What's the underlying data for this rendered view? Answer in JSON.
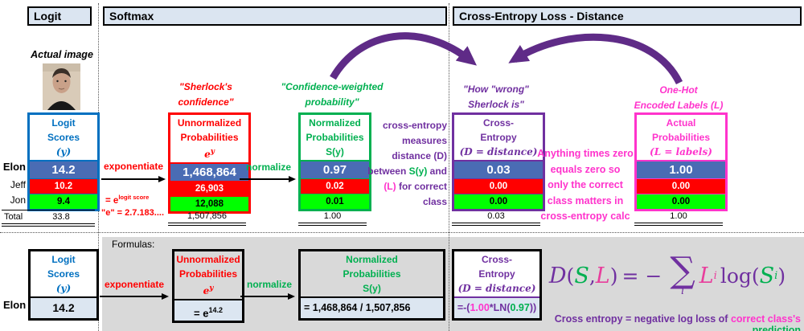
{
  "headers": {
    "logit": "Logit",
    "softmax": "Softmax",
    "cross_entropy": "Cross-Entropy Loss - Distance"
  },
  "left": {
    "actual_image_label": "Actual image",
    "row_labels": [
      "Elon",
      "Jeff",
      "Jon"
    ],
    "total_label": "Total"
  },
  "tables": {
    "logit": {
      "title": [
        "Logit",
        "Scores",
        "(y)"
      ],
      "values": [
        "14.2",
        "10.2",
        "9.4"
      ],
      "total": "33.8"
    },
    "unnormalized": {
      "quote_line1": "\"Sherlock's",
      "quote_line2": "confidence\"",
      "title": [
        "Unnormalized",
        "Probabilities"
      ],
      "title_math_base": "e",
      "title_math_sup": "y",
      "values": [
        "1,468,864",
        "26,903",
        "12,088"
      ],
      "total": "1,507,856"
    },
    "normalized": {
      "quote_line1": "\"Confidence-weighted",
      "quote_line2": "probability\"",
      "title": [
        "Normalized",
        "Probabilities",
        "S(y)"
      ],
      "values": [
        "0.97",
        "0.02",
        "0.01"
      ],
      "total": "1.00"
    },
    "cross_entropy": {
      "quote_line1": "\"How \"wrong\"",
      "quote_line2": "Sherlock is\"",
      "title": [
        "Cross-",
        "Entropy",
        "(D = distance)"
      ],
      "values": [
        "0.03",
        "0.00",
        "0.00"
      ],
      "total": "0.03"
    },
    "one_hot": {
      "quote_line1": "One-Hot",
      "quote_line2": "Encoded Labels (L)",
      "title": [
        "Actual",
        "Probabilities",
        "(L = labels)"
      ],
      "values": [
        "1.00",
        "0.00",
        "0.00"
      ],
      "total": "1.00"
    }
  },
  "softmax_annotations": {
    "exponentiate": "exponentiate",
    "e_formula_base": "= e",
    "e_formula_sup": "logit score",
    "e_value": "\"e\" = 2.7.183....",
    "normalize": "normalize"
  },
  "middle_note": {
    "line1": "cross-entropy",
    "line2": "measures",
    "line3": "distance (D)",
    "line4_pre": "between ",
    "line4_sy": "S(y)",
    "line4_post": " and",
    "line5_l": "(L)",
    "line5_post": " for correct",
    "line6": "class"
  },
  "zero_note": [
    "Anything times zero",
    "equals zero so",
    "only the correct",
    "class matters in",
    "cross-entropy calc"
  ],
  "formulas": {
    "label": "Formulas:",
    "logit_value": "14.2",
    "unnorm_value_base": "= e",
    "unnorm_value_sup": "14.2",
    "norm_value": "= 1,468,864 / 1,507,856",
    "ce_value": {
      "p1": "=-(",
      "pink": "1.00",
      "p2": "*LN(",
      "green": "0.97",
      "p3": "))"
    },
    "equation": {
      "D": "D",
      "parenO": "(",
      "S": "S",
      "comma": ",",
      "L": "L",
      "parenC": ")",
      "equals": "= −",
      "sigma": "∑",
      "sigma_sub": "i",
      "L2": "L",
      "L2_sub": "i",
      "log": "log(",
      "S2": "S",
      "S2_sub": "i",
      "parenEnd": ")"
    },
    "caption": {
      "purple": "Cross entropy = negative log loss of ",
      "pink": "correct class's ",
      "green": "prediction"
    }
  },
  "colors": {
    "blue_row": "#4a6cb4",
    "red_row": "#ff0000",
    "green_row": "#00ff00",
    "blue_accent": "#0070c0",
    "green_text": "#00b050",
    "purple": "#7030a0",
    "pink": "#ff33cc",
    "arrow_purple": "#5f2b87",
    "header_fill": "#dbe5f1",
    "value_fill": "#dce6f1",
    "panel_gray": "#d9d9d9"
  }
}
